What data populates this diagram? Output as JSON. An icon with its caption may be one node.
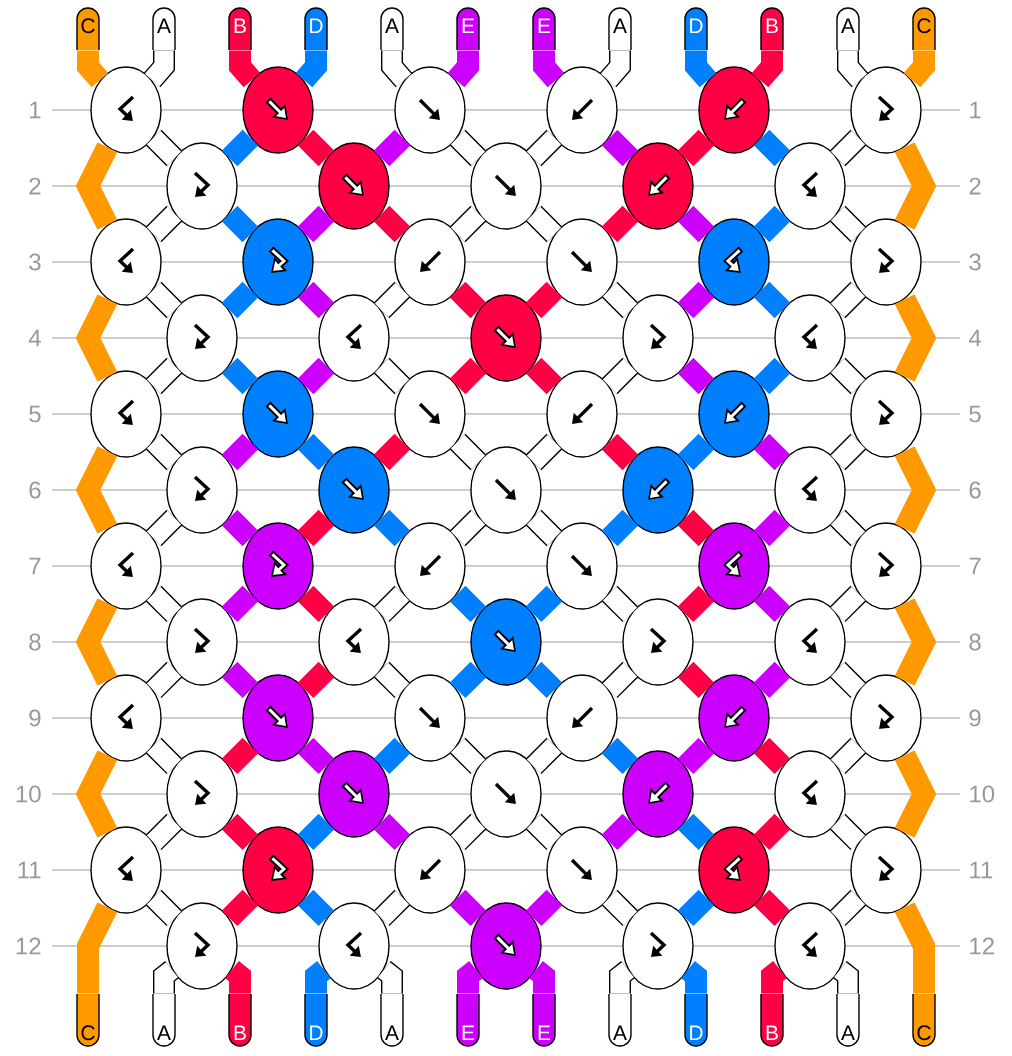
{
  "diagram": {
    "nodes": [
      {
        "text": [
          "C"
        ]
      },
      {
        "text": [
          "A"
        ]
      },
      {
        "text": [
          "B"
        ]
      },
      {
        "text": [
          "D"
        ]
      },
      {
        "text": [
          "A"
        ]
      },
      {
        "text": [
          "E"
        ]
      },
      {
        "text": [
          "E"
        ]
      },
      {
        "text": [
          "A"
        ]
      },
      {
        "text": [
          "D"
        ]
      },
      {
        "text": [
          "B"
        ]
      },
      {
        "text": [
          "A"
        ]
      },
      {
        "text": [
          "C"
        ]
      },
      {
        "text": [],
        "shape": "ellipse"
      },
      {
        "text": [],
        "shape": "ellipse"
      },
      {
        "text": [],
        "shape": "ellipse"
      },
      {
        "text": [],
        "shape": "ellipse"
      },
      {
        "text": [],
        "shape": "ellipse"
      },
      {
        "text": [],
        "shape": "ellipse"
      },
      {
        "text": [],
        "shape": "ellipse"
      },
      {
        "text": [],
        "shape": "ellipse"
      },
      {
        "text": [],
        "shape": "ellipse"
      },
      {
        "text": [],
        "shape": "ellipse"
      },
      {
        "text": [],
        "shape": "ellipse"
      },
      {
        "text": [],
        "shape": "ellipse"
      },
      {
        "text": [],
        "shape": "ellipse"
      },
      {
        "text": [],
        "shape": "ellipse"
      },
      {
        "text": [],
        "shape": "ellipse"
      },
      {
        "text": [],
        "shape": "ellipse"
      },
      {
        "text": [],
        "shape": "ellipse"
      },
      {
        "text": [],
        "shape": "ellipse"
      },
      {
        "text": [],
        "shape": "ellipse"
      },
      {
        "text": [],
        "shape": "ellipse"
      },
      {
        "text": [],
        "shape": "ellipse"
      },
      {
        "text": [],
        "shape": "ellipse"
      },
      {
        "text": [],
        "shape": "ellipse"
      },
      {
        "text": [],
        "shape": "ellipse"
      },
      {
        "text": [],
        "shape": "ellipse"
      },
      {
        "text": [],
        "shape": "ellipse"
      },
      {
        "text": [],
        "shape": "ellipse"
      },
      {
        "text": [],
        "shape": "ellipse"
      },
      {
        "text": [],
        "shape": "ellipse"
      },
      {
        "text": [],
        "shape": "ellipse"
      },
      {
        "text": [],
        "shape": "ellipse"
      },
      {
        "text": [],
        "shape": "ellipse"
      },
      {
        "text": [],
        "shape": "ellipse"
      },
      {
        "text": [],
        "shape": "ellipse"
      },
      {
        "text": [],
        "shape": "ellipse"
      },
      {
        "text": [],
        "shape": "ellipse"
      },
      {
        "text": [],
        "shape": "ellipse"
      },
      {
        "text": [],
        "shape": "ellipse"
      },
      {
        "text": [],
        "shape": "ellipse"
      },
      {
        "text": [],
        "shape": "ellipse"
      },
      {
        "text": [],
        "shape": "ellipse"
      },
      {
        "text": [],
        "shape": "ellipse"
      },
      {
        "text": [],
        "shape": "ellipse"
      },
      {
        "text": [],
        "shape": "ellipse"
      },
      {
        "text": [],
        "shape": "ellipse"
      },
      {
        "text": [],
        "shape": "ellipse"
      },
      {
        "text": [],
        "shape": "ellipse"
      },
      {
        "text": [],
        "shape": "ellipse"
      },
      {
        "text": [],
        "shape": "ellipse"
      },
      {
        "text": [],
        "shape": "ellipse"
      },
      {
        "text": [],
        "shape": "ellipse"
      },
      {
        "text": [],
        "shape": "ellipse"
      },
      {
        "text": [],
        "shape": "ellipse"
      },
      {
        "text": [],
        "shape": "ellipse"
      },
      {
        "text": [],
        "shape": "ellipse"
      },
      {
        "text": [],
        "shape": "ellipse"
      },
      {
        "text": [],
        "shape": "ellipse"
      },
      {
        "text": [],
        "shape": "ellipse"
      },
      {
        "text": [],
        "shape": "ellipse"
      },
      {
        "text": [],
        "shape": "ellipse"
      },
      {
        "text": [],
        "shape": "ellipse"
      },
      {
        "text": [],
        "shape": "ellipse"
      },
      {
        "text": [],
        "shape": "ellipse"
      },
      {
        "text": [],
        "shape": "ellipse"
      },
      {
        "text": [],
        "shape": "ellipse"
      },
      {
        "text": [],
        "shape": "ellipse"
      },
      {
        "text": [
          "C"
        ]
      },
      {
        "text": [
          "A"
        ]
      },
      {
        "text": [
          "B"
        ]
      },
      {
        "text": [
          "D"
        ]
      },
      {
        "text": [
          "A"
        ]
      },
      {
        "text": [
          "E"
        ]
      },
      {
        "text": [
          "E"
        ]
      },
      {
        "text": [
          "A"
        ]
      },
      {
        "text": [
          "D"
        ]
      },
      {
        "text": [
          "B"
        ]
      },
      {
        "text": [
          "A"
        ]
      },
      {
        "text": [
          "C"
        ]
      }
    ],
    "edges": [
      {
        "from": 0,
        "to": 12,
        "arrow": "none",
        "color": "#ff9900"
      },
      {
        "from": 1,
        "to": 12,
        "arrow": "none"
      },
      {
        "from": 2,
        "to": 13,
        "arrow": "none",
        "color": "#ff0044"
      },
      {
        "from": 3,
        "to": 13,
        "arrow": "none",
        "color": "#0080ff"
      },
      {
        "from": 4,
        "to": 14,
        "arrow": "none"
      },
      {
        "from": 5,
        "to": 14,
        "arrow": "none",
        "color": "#cc00ff"
      },
      {
        "from": 6,
        "to": 15,
        "arrow": "none",
        "color": "#cc00ff"
      },
      {
        "from": 7,
        "to": 15,
        "arrow": "none"
      },
      {
        "from": 8,
        "to": 16,
        "arrow": "none",
        "color": "#0080ff"
      },
      {
        "from": 9,
        "to": 16,
        "arrow": "none",
        "color": "#ff0044"
      },
      {
        "from": 10,
        "to": 17,
        "arrow": "none"
      },
      {
        "from": 11,
        "to": 17,
        "arrow": "none",
        "color": "#ff9900"
      },
      {
        "from": 12,
        "to": 23,
        "arrow": "none",
        "color": "#ff9900"
      },
      {
        "from": 12,
        "to": 18,
        "arrow": "none"
      },
      {
        "from": 13,
        "to": 18,
        "arrow": "none",
        "color": "#0080ff"
      },
      {
        "from": 13,
        "to": 19,
        "arrow": "none",
        "color": "#ff0044"
      },
      {
        "from": 14,
        "to": 19,
        "arrow": "none",
        "color": "#cc00ff"
      },
      {
        "from": 14,
        "to": 20,
        "arrow": "none"
      },
      {
        "from": 15,
        "to": 20,
        "arrow": "none"
      },
      {
        "from": 15,
        "to": 21,
        "arrow": "none",
        "color": "#cc00ff"
      },
      {
        "from": 16,
        "to": 21,
        "arrow": "none",
        "color": "#ff0044"
      },
      {
        "from": 16,
        "to": 22,
        "arrow": "none",
        "color": "#0080ff"
      },
      {
        "from": 17,
        "to": 22,
        "arrow": "none"
      },
      {
        "from": 17,
        "to": 28,
        "arrow": "none",
        "color": "#ff9900"
      },
      {
        "from": 18,
        "to": 23,
        "arrow": "none"
      },
      {
        "from": 18,
        "to": 24,
        "arrow": "none",
        "color": "#0080ff"
      },
      {
        "from": 19,
        "to": 24,
        "arrow": "none",
        "color": "#cc00ff"
      },
      {
        "from": 19,
        "to": 25,
        "arrow": "none",
        "color": "#ff0044"
      },
      {
        "from": 20,
        "to": 25,
        "arrow": "none"
      },
      {
        "from": 20,
        "to": 26,
        "arrow": "none"
      },
      {
        "from": 21,
        "to": 26,
        "arrow": "none",
        "color": "#ff0044"
      },
      {
        "from": 21,
        "to": 27,
        "arrow": "none",
        "color": "#cc00ff"
      },
      {
        "from": 22,
        "to": 27,
        "arrow": "none",
        "color": "#0080ff"
      },
      {
        "from": 22,
        "to": 28,
        "arrow": "none"
      },
      {
        "from": 23,
        "to": 34,
        "arrow": "none",
        "color": "#ff9900"
      },
      {
        "from": 23,
        "to": 29,
        "arrow": "none"
      },
      {
        "from": 24,
        "to": 29,
        "arrow": "none",
        "color": "#0080ff"
      },
      {
        "from": 24,
        "to": 30,
        "arrow": "none",
        "color": "#cc00ff"
      },
      {
        "from": 25,
        "to": 30,
        "arrow": "none"
      },
      {
        "from": 25,
        "to": 31,
        "arrow": "none",
        "color": "#ff0044"
      },
      {
        "from": 26,
        "to": 31,
        "arrow": "none",
        "color": "#ff0044"
      },
      {
        "from": 26,
        "to": 32,
        "arrow": "none"
      },
      {
        "from": 27,
        "to": 32,
        "arrow": "none",
        "color": "#cc00ff"
      },
      {
        "from": 27,
        "to": 33,
        "arrow": "none",
        "color": "#0080ff"
      },
      {
        "from": 28,
        "to": 33,
        "arrow": "none"
      },
      {
        "from": 28,
        "to": 39,
        "arrow": "none",
        "color": "#ff9900"
      },
      {
        "from": 29,
        "to": 34,
        "arrow": "none"
      },
      {
        "from": 29,
        "to": 35,
        "arrow": "none",
        "color": "#0080ff"
      },
      {
        "from": 30,
        "to": 35,
        "arrow": "none",
        "color": "#cc00ff"
      },
      {
        "from": 30,
        "to": 36,
        "arrow": "none"
      },
      {
        "from": 31,
        "to": 36,
        "arrow": "none",
        "color": "#ff0044"
      },
      {
        "from": 31,
        "to": 37,
        "arrow": "none",
        "color": "#ff0044"
      },
      {
        "from": 32,
        "to": 37,
        "arrow": "none"
      },
      {
        "from": 32,
        "to": 38,
        "arrow": "none",
        "color": "#cc00ff"
      },
      {
        "from": 33,
        "to": 38,
        "arrow": "none",
        "color": "#0080ff"
      },
      {
        "from": 33,
        "to": 39,
        "arrow": "none"
      },
      {
        "from": 34,
        "to": 45,
        "arrow": "none",
        "color": "#ff9900"
      },
      {
        "from": 34,
        "to": 40,
        "arrow": "none"
      },
      {
        "from": 35,
        "to": 40,
        "arrow": "none",
        "color": "#cc00ff"
      },
      {
        "from": 35,
        "to": 41,
        "arrow": "none",
        "color": "#0080ff"
      },
      {
        "from": 36,
        "to": 41,
        "arrow": "none",
        "color": "#ff0044"
      },
      {
        "from": 36,
        "to": 42,
        "arrow": "none"
      },
      {
        "from": 37,
        "to": 42,
        "arrow": "none"
      },
      {
        "from": 37,
        "to": 43,
        "arrow": "none",
        "color": "#ff0044"
      },
      {
        "from": 38,
        "to": 43,
        "arrow": "none",
        "color": "#0080ff"
      },
      {
        "from": 38,
        "to": 44,
        "arrow": "none",
        "color": "#cc00ff"
      },
      {
        "from": 39,
        "to": 44,
        "arrow": "none"
      },
      {
        "from": 39,
        "to": 50,
        "arrow": "none",
        "color": "#ff9900"
      },
      {
        "from": 40,
        "to": 45,
        "arrow": "none"
      },
      {
        "from": 40,
        "to": 46,
        "arrow": "none",
        "color": "#cc00ff"
      },
      {
        "from": 41,
        "to": 46,
        "arrow": "none",
        "color": "#ff0044"
      },
      {
        "from": 41,
        "to": 47,
        "arrow": "none",
        "color": "#0080ff"
      },
      {
        "from": 42,
        "to": 47,
        "arrow": "none"
      },
      {
        "from": 42,
        "to": 48,
        "arrow": "none"
      },
      {
        "from": 43,
        "to": 48,
        "arrow": "none",
        "color": "#0080ff"
      },
      {
        "from": 43,
        "to": 49,
        "arrow": "none",
        "color": "#ff0044"
      },
      {
        "from": 44,
        "to": 49,
        "arrow": "none",
        "color": "#cc00ff"
      },
      {
        "from": 44,
        "to": 50,
        "arrow": "none"
      },
      {
        "from": 45,
        "to": 56,
        "arrow": "none",
        "color": "#ff9900"
      },
      {
        "from": 45,
        "to": 51,
        "arrow": "none"
      },
      {
        "from": 46,
        "to": 51,
        "arrow": "none",
        "color": "#cc00ff"
      },
      {
        "from": 46,
        "to": 52,
        "arrow": "none",
        "color": "#ff0044"
      },
      {
        "from": 47,
        "to": 52,
        "arrow": "none"
      },
      {
        "from": 47,
        "to": 53,
        "arrow": "none",
        "color": "#0080ff"
      },
      {
        "from": 48,
        "to": 53,
        "arrow": "none",
        "color": "#0080ff"
      },
      {
        "from": 48,
        "to": 54,
        "arrow": "none"
      },
      {
        "from": 49,
        "to": 54,
        "arrow": "none",
        "color": "#ff0044"
      },
      {
        "from": 49,
        "to": 55,
        "arrow": "none",
        "color": "#cc00ff"
      },
      {
        "from": 50,
        "to": 55,
        "arrow": "none"
      },
      {
        "from": 50,
        "to": 61,
        "arrow": "none",
        "color": "#ff9900"
      },
      {
        "from": 51,
        "to": 56,
        "arrow": "none"
      },
      {
        "from": 51,
        "to": 57,
        "arrow": "none",
        "color": "#cc00ff"
      },
      {
        "from": 52,
        "to": 57,
        "arrow": "none",
        "color": "#ff0044"
      },
      {
        "from": 52,
        "to": 58,
        "arrow": "none"
      },
      {
        "from": 53,
        "to": 58,
        "arrow": "none",
        "color": "#0080ff"
      },
      {
        "from": 53,
        "to": 59,
        "arrow": "none",
        "color": "#0080ff"
      },
      {
        "from": 54,
        "to": 59,
        "arrow": "none"
      },
      {
        "from": 54,
        "to": 60,
        "arrow": "none",
        "color": "#ff0044"
      },
      {
        "from": 55,
        "to": 60,
        "arrow": "none",
        "color": "#cc00ff"
      },
      {
        "from": 55,
        "to": 61,
        "arrow": "none"
      },
      {
        "from": 56,
        "to": 67,
        "arrow": "none",
        "color": "#ff9900"
      },
      {
        "from": 56,
        "to": 62,
        "arrow": "none"
      },
      {
        "from": 57,
        "to": 62,
        "arrow": "none",
        "color": "#ff0044"
      },
      {
        "from": 57,
        "to": 63,
        "arrow": "none",
        "color": "#cc00ff"
      },
      {
        "from": 58,
        "to": 63,
        "arrow": "none",
        "color": "#0080ff"
      },
      {
        "from": 58,
        "to": 64,
        "arrow": "none"
      },
      {
        "from": 59,
        "to": 64,
        "arrow": "none"
      },
      {
        "from": 59,
        "to": 65,
        "arrow": "none",
        "color": "#0080ff"
      },
      {
        "from": 60,
        "to": 65,
        "arrow": "none",
        "color": "#cc00ff"
      },
      {
        "from": 60,
        "to": 66,
        "arrow": "none",
        "color": "#ff0044"
      },
      {
        "from": 61,
        "to": 66,
        "arrow": "none"
      },
      {
        "from": 61,
        "to": 72,
        "arrow": "none",
        "color": "#ff9900"
      },
      {
        "from": 62,
        "to": 67,
        "arrow": "none"
      },
      {
        "from": 62,
        "to": 68,
        "arrow": "none",
        "color": "#ff0044"
      },
      {
        "from": 63,
        "to": 68,
        "arrow": "none",
        "color": "#0080ff"
      },
      {
        "from": 63,
        "to": 69,
        "arrow": "none",
        "color": "#cc00ff"
      },
      {
        "from": 64,
        "to": 69,
        "arrow": "none"
      },
      {
        "from": 64,
        "to": 70,
        "arrow": "none"
      },
      {
        "from": 65,
        "to": 70,
        "arrow": "none",
        "color": "#cc00ff"
      },
      {
        "from": 65,
        "to": 71,
        "arrow": "none",
        "color": "#0080ff"
      },
      {
        "from": 66,
        "to": 71,
        "arrow": "none",
        "color": "#ff0044"
      },
      {
        "from": 66,
        "to": 72,
        "arrow": "none"
      },
      {
        "from": 67,
        "to": 78,
        "arrow": "none",
        "color": "#ff9900"
      },
      {
        "from": 67,
        "to": 73,
        "arrow": "none"
      },
      {
        "from": 68,
        "to": 73,
        "arrow": "none",
        "color": "#ff0044"
      },
      {
        "from": 68,
        "to": 74,
        "arrow": "none",
        "color": "#0080ff"
      },
      {
        "from": 69,
        "to": 74,
        "arrow": "none"
      },
      {
        "from": 69,
        "to": 75,
        "arrow": "none",
        "color": "#cc00ff"
      },
      {
        "from": 70,
        "to": 75,
        "arrow": "none",
        "color": "#cc00ff"
      },
      {
        "from": 70,
        "to": 76,
        "arrow": "none"
      },
      {
        "from": 71,
        "to": 76,
        "arrow": "none",
        "color": "#0080ff"
      },
      {
        "from": 71,
        "to": 77,
        "arrow": "none",
        "color": "#ff0044"
      },
      {
        "from": 72,
        "to": 77,
        "arrow": "none"
      },
      {
        "from": 72,
        "to": 89,
        "arrow": "none",
        "color": "#ff9900"
      },
      {
        "from": 73,
        "to": 79,
        "arrow": "none"
      },
      {
        "from": 73,
        "to": 80,
        "arrow": "none",
        "color": "#ff0044"
      },
      {
        "from": 74,
        "to": 81,
        "arrow": "none",
        "color": "#0080ff"
      },
      {
        "from": 74,
        "to": 82,
        "arrow": "none"
      },
      {
        "from": 75,
        "to": 83,
        "arrow": "none",
        "color": "#cc00ff"
      },
      {
        "from": 75,
        "to": 84,
        "arrow": "none",
        "color": "#cc00ff"
      },
      {
        "from": 76,
        "to": 85,
        "arrow": "none"
      },
      {
        "from": 76,
        "to": 86,
        "arrow": "none",
        "color": "#0080ff"
      },
      {
        "from": 77,
        "to": 87,
        "arrow": "none",
        "color": "#ff0044"
      },
      {
        "from": 77,
        "to": 88,
        "arrow": "none"
      }
    ],
    "labels": [
      "1",
      "1",
      "2",
      "2",
      "3",
      "3",
      "4",
      "4",
      "5",
      "5",
      "6",
      "6",
      "7",
      "7",
      "8",
      "8",
      "9",
      "9",
      "10",
      "10",
      "11",
      "11",
      "12",
      "12"
    ]
  }
}
